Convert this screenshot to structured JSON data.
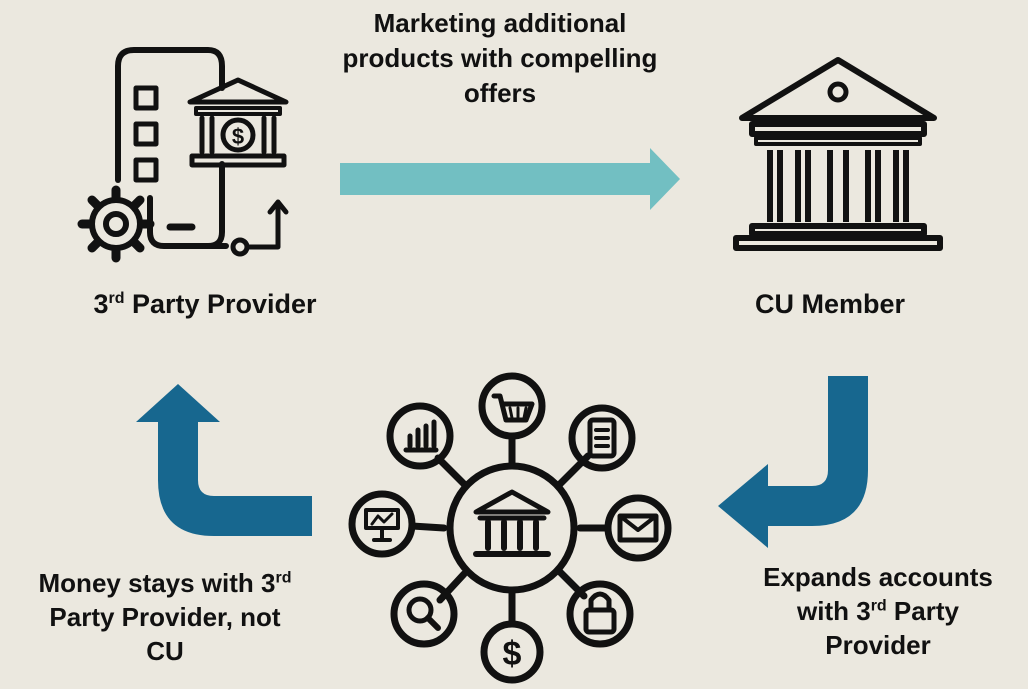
{
  "flow": {
    "marketing_text": "Marketing additional products with compelling offers",
    "provider": {
      "label_prefix": "3",
      "label_sup": "rd",
      "label_suffix": " Party Provider"
    },
    "member": {
      "label": "CU Member"
    },
    "expands": {
      "line1": "Expands accounts",
      "line2_prefix": "with 3",
      "line2_sup": "rd",
      "line2_suffix": " Party",
      "line3": "Provider"
    },
    "money": {
      "line1_prefix": "Money stays with 3",
      "line1_sup": "rd",
      "line2": "Party Provider, not",
      "line3": "CU"
    }
  },
  "icons": {
    "provider": "mobile-banking-settings-icon",
    "member": "bank-building-icon",
    "hub": "financial-services-network-icon",
    "hub_nodes": [
      "chart-icon",
      "shopping-cart-icon",
      "document-icon",
      "mail-icon",
      "lock-icon",
      "dollar-icon",
      "search-icon",
      "presentation-icon"
    ]
  },
  "colors": {
    "background": "#ebe8df",
    "top_arrow": "#72bfc2",
    "cycle_arrows": "#17678f",
    "icon_stroke": "#111111"
  }
}
